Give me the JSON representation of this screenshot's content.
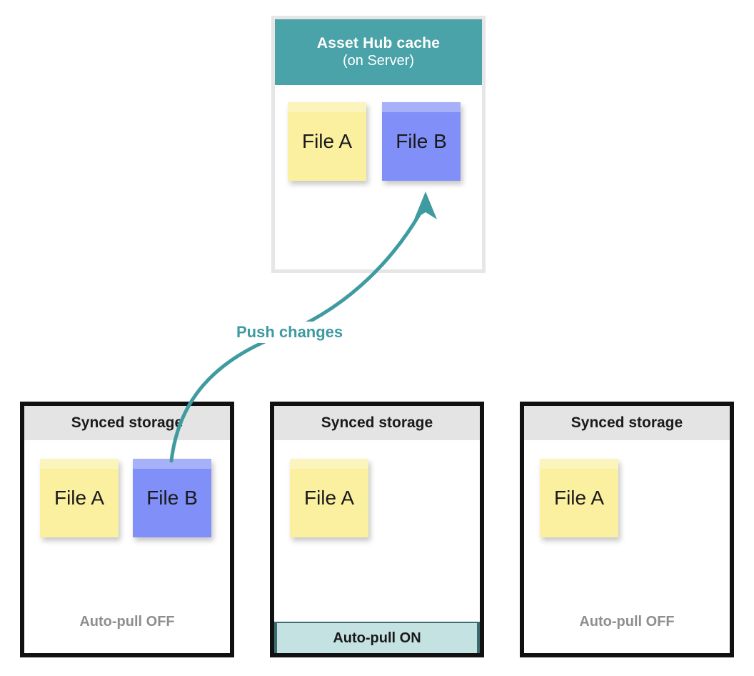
{
  "colors": {
    "teal": "#4aa3a8",
    "teal_text": "#3e9ba0",
    "teal_dark": "#3c6b70",
    "teal_light": "#c5e2e3",
    "note_yellow": "#faf0a0",
    "note_blue": "#8090f8",
    "panel_border_gray": "#e6e6e6",
    "panel_border_black": "#111111",
    "header_gray": "#e4e4e4",
    "off_text_gray": "#8e8e8e"
  },
  "cache_panel": {
    "title": "Asset Hub cache",
    "subtitle": "(on Server)",
    "notes": [
      {
        "label": "File A",
        "color": "yellow"
      },
      {
        "label": "File B",
        "color": "blue"
      }
    ]
  },
  "arrow": {
    "label": "Push changes",
    "direction": "up",
    "from": "synced-storage-1",
    "to": "asset-hub-cache"
  },
  "storage_panels": [
    {
      "header": "Synced storage",
      "notes": [
        {
          "label": "File A",
          "color": "yellow"
        },
        {
          "label": "File B",
          "color": "blue"
        }
      ],
      "status": "Auto-pull OFF",
      "status_state": "off"
    },
    {
      "header": "Synced storage",
      "notes": [
        {
          "label": "File A",
          "color": "yellow"
        }
      ],
      "status": "Auto-pull ON",
      "status_state": "on"
    },
    {
      "header": "Synced storage",
      "notes": [
        {
          "label": "File A",
          "color": "yellow"
        }
      ],
      "status": "Auto-pull OFF",
      "status_state": "off"
    }
  ]
}
